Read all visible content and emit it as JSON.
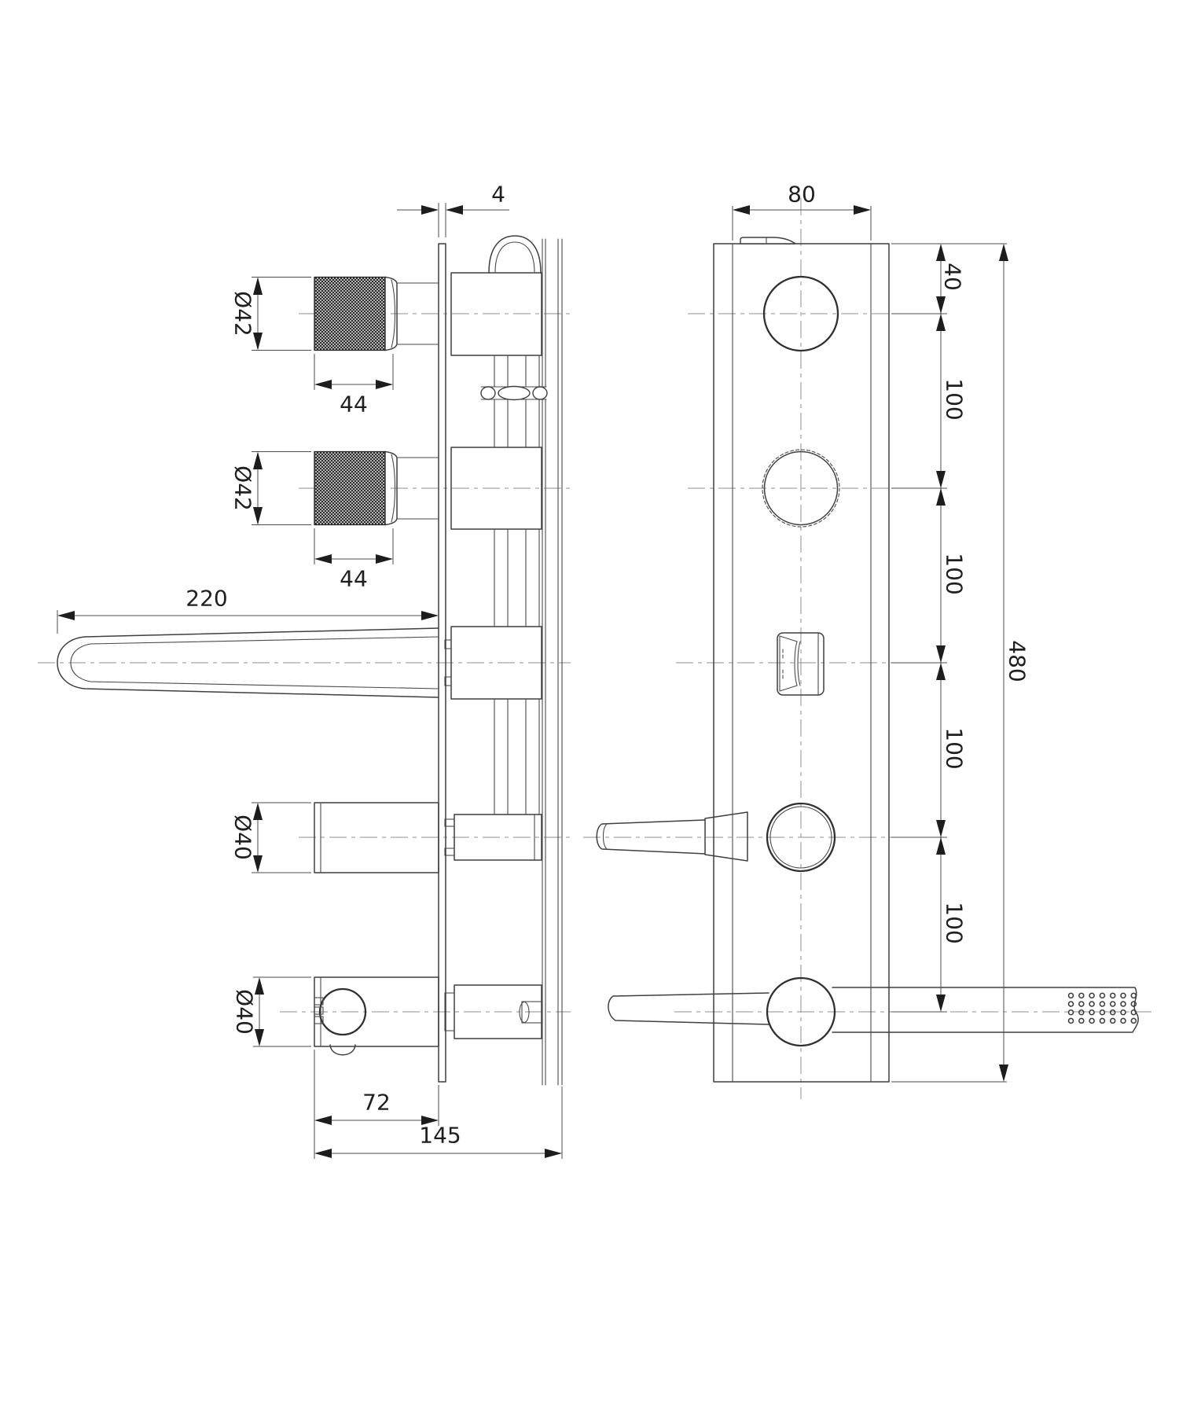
{
  "drawing": {
    "side_view": {
      "plate_thickness": "4",
      "top_handle_diameter": "Ø42",
      "top_handle_length": "44",
      "middle_handle_diameter": "Ø42",
      "middle_handle_length": "44",
      "spout_length": "220",
      "lever_hub_diameter": "Ø40",
      "handshower_holder_diameter": "Ø40",
      "holder_projection": "72",
      "total_projection": "145"
    },
    "front_view": {
      "plate_width": "80",
      "top_edge_to_first_axis": "40",
      "axis_spacing_1": "100",
      "axis_spacing_2": "100",
      "axis_spacing_3": "100",
      "axis_spacing_4": "100",
      "plate_height": "480"
    },
    "colors": {
      "background": "#ffffff",
      "contour_line": "#3f3f3f",
      "dimension_line": "#4d4d4d",
      "center_line": "#8f8f8f",
      "text": "#1f1f1f",
      "knurl": "#1c1c1c"
    }
  }
}
